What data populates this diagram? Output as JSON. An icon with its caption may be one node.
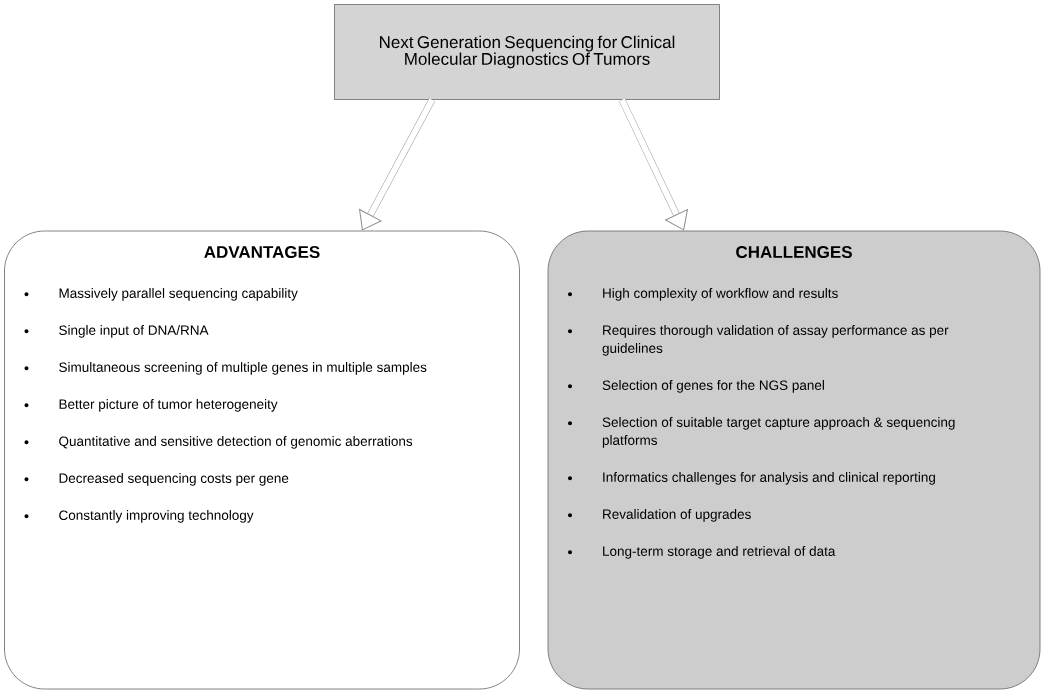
{
  "diagram": {
    "nodes": [
      {
        "text": [
          "Next Generation Sequencing for Clinical Molecular Diagnostics Of Tumors"
        ]
      },
      {
        "text": [
          "ADVANTAGES",
          "Massively parallel sequencing capability",
          "Single input of DNA/RNA",
          "Simultaneous screening of multiple genes in multiple samples",
          "Better picture of tumor heterogeneity",
          "Quantitative and sensitive detection of genomic aberrations",
          "Decreased sequencing costs per gene",
          "Constantly improving technology"
        ]
      },
      {
        "text": [
          "CHALLENGES",
          "High complexity of workflow and results",
          "Requires thorough validation of assay performance as per guidelines",
          "Selection of genes for the NGS panel",
          "Selection of suitable target capture approach & sequencing platforms",
          "Informatics challenges for analysis and clinical reporting",
          "Revalidation of upgrades",
          "Long-term storage and retrieval of data"
        ]
      }
    ],
    "edges": [
      {
        "from": 0,
        "to": 1,
        "arrow": "to"
      },
      {
        "from": 0,
        "to": 2,
        "arrow": "to"
      }
    ]
  }
}
